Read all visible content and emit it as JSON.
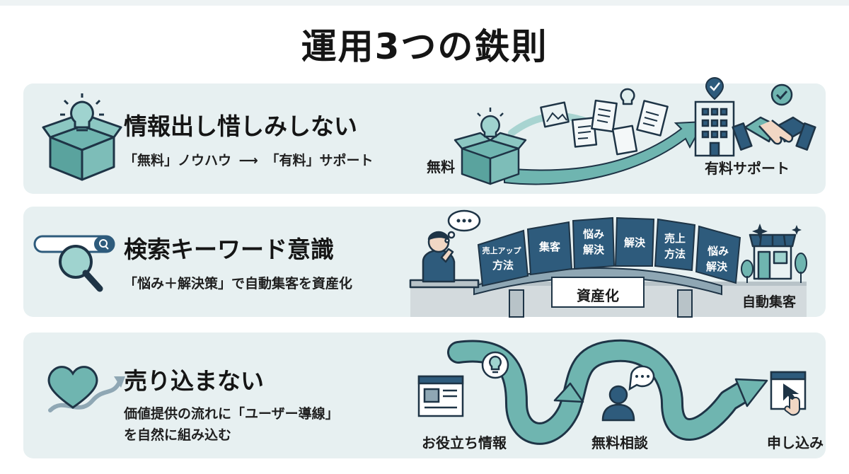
{
  "title": "運用3つの鉄則",
  "rule1": {
    "heading": "情報出し惜しみしない",
    "sub_from": "「無料」ノウハウ",
    "sub_arrow": "⟶",
    "sub_to": "「有料」サポート",
    "label_free": "無料",
    "label_paid": "有料サポート"
  },
  "rule2": {
    "heading": "検索キーワード意識",
    "sub": "「悩み＋解決策」で自動集客を資産化",
    "keywords": [
      {
        "l1": "売上アップ",
        "l2": "方法"
      },
      {
        "l1": "集客",
        "l2": ""
      },
      {
        "l1": "悩み",
        "l2": "解決"
      },
      {
        "l1": "解決",
        "l2": ""
      },
      {
        "l1": "売上",
        "l2": "方法"
      },
      {
        "l1": "悩み",
        "l2": "解決"
      }
    ],
    "bridge_label": "資産化",
    "auto_label": "自動集客"
  },
  "rule3": {
    "heading": "売り込まない",
    "sub_line1": "価値提供の流れに「ユーザー導線」",
    "sub_line2": "を自然に組み込む",
    "step1": "お役立ち情報",
    "step2": "無料相談",
    "step3": "申し込み"
  },
  "colors": {
    "panel": "#e7f0f1",
    "teal": "#6fb5b0",
    "navy": "#2e5b7c",
    "dark": "#1e3446"
  }
}
